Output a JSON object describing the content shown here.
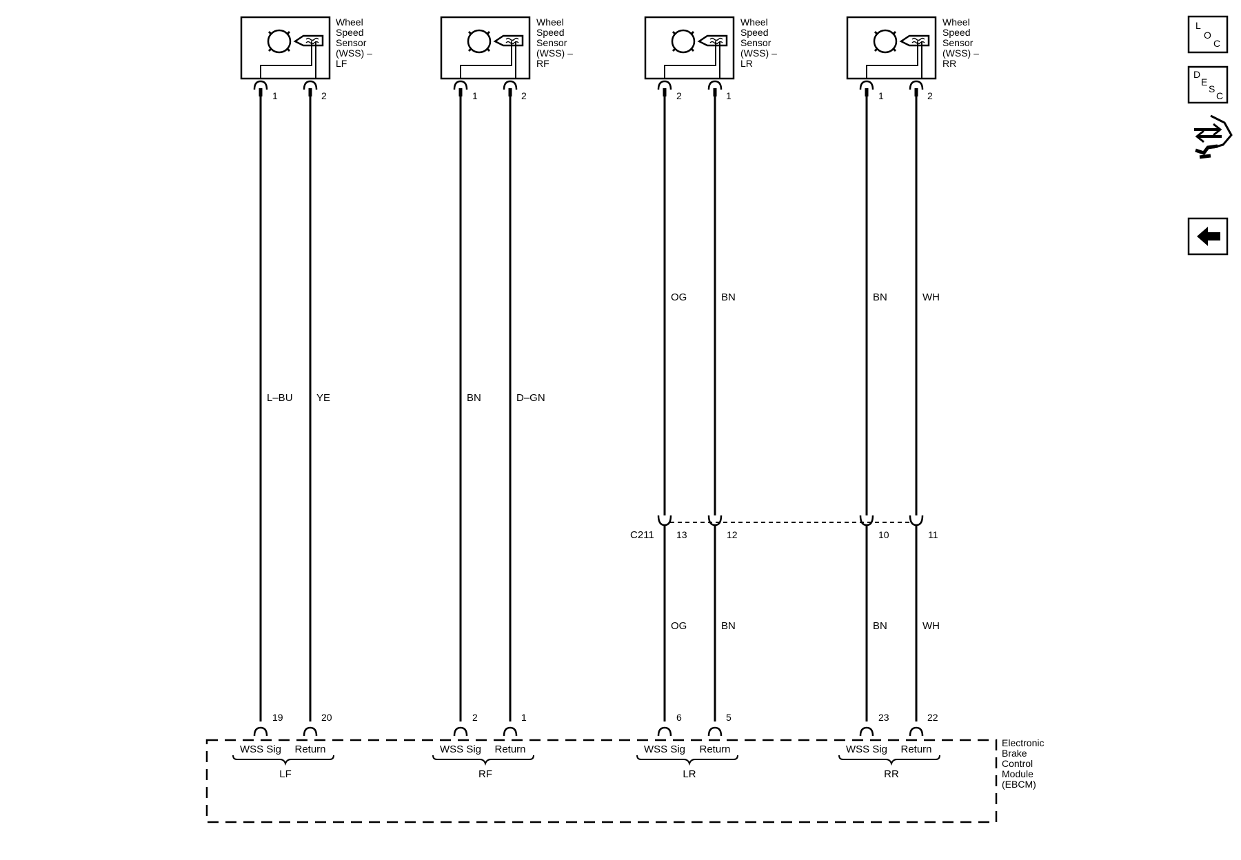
{
  "sensors": [
    {
      "id": "lf",
      "name_lines": [
        "Wheel",
        "Speed",
        "Sensor",
        "(WSS) –",
        "LF"
      ],
      "pins": [
        "1",
        "2"
      ]
    },
    {
      "id": "rf",
      "name_lines": [
        "Wheel",
        "Speed",
        "Sensor",
        "(WSS) –",
        "RF"
      ],
      "pins": [
        "1",
        "2"
      ]
    },
    {
      "id": "lr",
      "name_lines": [
        "Wheel",
        "Speed",
        "Sensor",
        "(WSS) –",
        "LR"
      ],
      "pins": [
        "2",
        "1"
      ]
    },
    {
      "id": "rr",
      "name_lines": [
        "Wheel",
        "Speed",
        "Sensor",
        "(WSS) –",
        "RR"
      ],
      "pins": [
        "1",
        "2"
      ]
    }
  ],
  "wire_colors": {
    "lf": [
      "L–BU",
      "YE"
    ],
    "rf": [
      "BN",
      "D–GN"
    ],
    "lr_upper": [
      "OG",
      "BN"
    ],
    "lr_lower": [
      "OG",
      "BN"
    ],
    "rr_upper": [
      "BN",
      "WH"
    ],
    "rr_lower": [
      "BN",
      "WH"
    ]
  },
  "connector": {
    "name": "C211",
    "pins": [
      "13",
      "12",
      "10",
      "11"
    ]
  },
  "module": {
    "name_lines": [
      "Electronic",
      "Brake",
      "Control",
      "Module",
      "(EBCM)"
    ],
    "pins": {
      "lf": [
        "19",
        "20"
      ],
      "rf": [
        "2",
        "1"
      ],
      "lr": [
        "6",
        "5"
      ],
      "rr": [
        "23",
        "22"
      ]
    },
    "terminal_labels": [
      "WSS Sig",
      "Return"
    ],
    "groups": [
      "LF",
      "RF",
      "LR",
      "RR"
    ]
  },
  "nav": {
    "loc": [
      "L",
      "O",
      "C"
    ],
    "desc": [
      "D",
      "E",
      "S",
      "C"
    ]
  }
}
